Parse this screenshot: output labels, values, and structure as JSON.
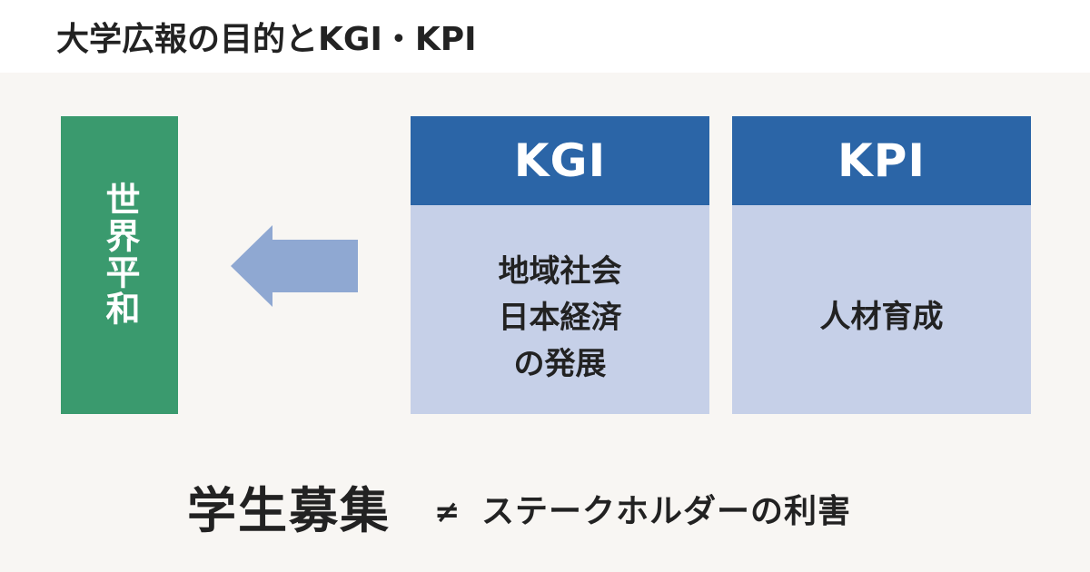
{
  "header": {
    "title": "大学広報の目的とKGI・KPI"
  },
  "goal": {
    "text": "世界平和",
    "color": "#3a9a6e"
  },
  "arrow": {
    "icon": "left-arrow-icon",
    "color": "#8fa8d2"
  },
  "cards": {
    "kgi": {
      "title": "KGI",
      "lines": [
        "地域社会",
        "日本経済",
        "の発展"
      ]
    },
    "kpi": {
      "title": "KPI",
      "lines": [
        "人材育成"
      ]
    },
    "header_color": "#2b65a7",
    "body_color": "#c6d0e8"
  },
  "bottom": {
    "main": "学生募集",
    "symbol": "≠",
    "sub": "ステークホルダーの利害"
  }
}
